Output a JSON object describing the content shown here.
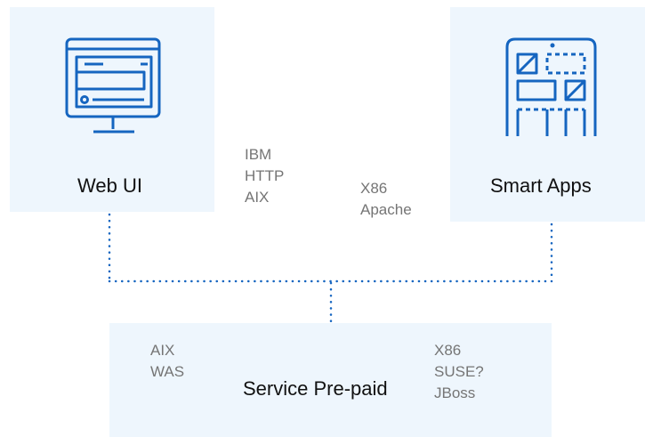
{
  "nodes": {
    "web_ui": {
      "label": "Web UI",
      "icon": "desktop-monitor-icon"
    },
    "smart_apps": {
      "label": "Smart Apps",
      "icon": "mobile-app-icon"
    },
    "service": {
      "label": "Service Pre-paid"
    }
  },
  "notes": {
    "ibm": [
      "IBM",
      "HTTP",
      "AIX"
    ],
    "x86_apache": [
      "X86",
      "Apache"
    ],
    "aix_was": [
      "AIX",
      "WAS"
    ],
    "x86_suse": [
      "X86",
      "SUSE?",
      "JBoss"
    ]
  },
  "colors": {
    "box_fill": "#eef6fd",
    "accent": "#1565c0",
    "note_text": "#757575",
    "title_text": "#111111"
  }
}
